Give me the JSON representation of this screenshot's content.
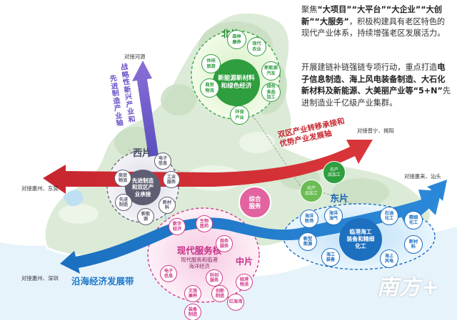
{
  "text_panel": {
    "p1": {
      "t1": "聚焦",
      "t2": "“大项目”“大平台”“大企业”“大创新”“大服务”",
      "t3": "，积极构建具有老区特色的现代产业体系，持续增强老区发展活力。"
    },
    "p2": {
      "t1": "开展建链补链强链专项行动，重点打造",
      "t2": "电子信息制造、海上风电装备制造、大石化新材料及新能源、大美丽产业等",
      "t3": "“5+N”",
      "t4": "先进制造业千亿级产业集群。"
    }
  },
  "zones": {
    "north": {
      "title": "北片",
      "center": [
        "新能源新材料",
        "和绿色经济"
      ],
      "nodes": [
        [
          "森林",
          "康养"
        ],
        [
          "现代",
          "农业"
        ],
        [
          "休闲",
          "旅游"
        ],
        [
          "新能源",
          "汽车"
        ],
        [
          "商贸",
          "物流"
        ],
        [
          "绿色",
          "食品",
          "加工"
        ],
        [
          "环保",
          "产业"
        ]
      ]
    },
    "west": {
      "title": "西片",
      "center": [
        "先进制造",
        "和双区产",
        "业承接"
      ],
      "nodes": [
        [
          "电子",
          "信息"
        ],
        [
          "商贸",
          "物流"
        ],
        [
          "工业",
          "服务"
        ],
        [
          "先进",
          "制造"
        ],
        [
          "新材",
          "料"
        ],
        [
          "新能",
          "源"
        ]
      ]
    },
    "middle": {
      "core_title": "现代服务核",
      "core_sub": [
        "现代服务和临港",
        "海洋经济"
      ],
      "title": "中片",
      "nodes": [
        [
          "数字",
          "经济"
        ],
        [
          "生物",
          "医药"
        ],
        [
          "商务",
          "服务"
        ],
        [
          "科创",
          "服务"
        ],
        [
          "电子",
          "信息"
        ],
        [
          "文旅",
          "康养"
        ],
        [
          "创新",
          "制造"
        ],
        [
          "临港",
          "物流"
        ],
        [
          "红海湾"
        ],
        [
          "装备",
          "制造"
        ]
      ]
    },
    "east": {
      "title": "东片",
      "center": [
        "临港海工",
        "装备和精细",
        "化工"
      ],
      "nodes": [
        [
          "海洋",
          "牧场"
        ],
        [
          "海洋",
          "油气"
        ],
        [
          "石油",
          "化工"
        ],
        [
          "精细",
          "化工"
        ],
        [
          "新型",
          "能源"
        ],
        [
          "海工",
          "装备"
        ],
        [
          "海上",
          "风电"
        ],
        [
          "新材",
          "料"
        ]
      ]
    },
    "hub": [
      "综合",
      "服务"
    ],
    "agri": [
      "农产",
      "品加工"
    ],
    "agri2": [
      "农产",
      "品加工"
    ]
  },
  "axes": {
    "north_axis": [
      "战略性新兴产业和",
      "先进制造产业轴"
    ],
    "transfer_axis": [
      "双区产业转移承接和",
      "优势产业发展轴"
    ],
    "coastal": "沿海经济发展带"
  },
  "connections": {
    "heyuan": "对接河源",
    "puning": "对接普宁、揭阳",
    "huizhou_dongguan": "对接惠州、东莞",
    "huilai_shantou": "对接惠来、汕头",
    "huizhou_shenzhen": "对接惠州、深圳"
  },
  "watermark": "南方+",
  "colors": {
    "north_green": "#2e9e3e",
    "west_gray": "#5e5e73",
    "middle_magenta": "#d23b8c",
    "east_blue": "#1d6fbf",
    "axis_red": "#c8262f",
    "axis_purple": "#6a4fc7",
    "coast_blue": "#1c78c9"
  }
}
